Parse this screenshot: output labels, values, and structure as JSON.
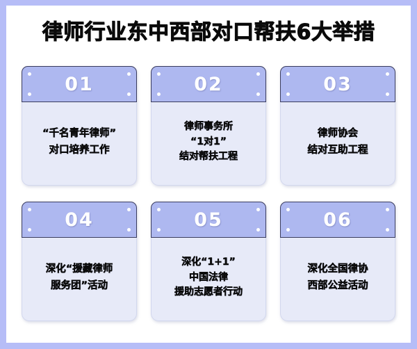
{
  "poster": {
    "title": "律师行业东中西部对口帮扶6大举措",
    "border_color": "#b6bdf7",
    "background_color": "#ffffff",
    "header_color": "#aeb8f0",
    "body_color": "#e7eaf8",
    "header_outline_color": "#3a3c5e",
    "number_color": "#ffffff",
    "text_color": "#0b0b0b"
  },
  "cards": [
    {
      "number": "01",
      "lines": [
        "“千名青年律师”",
        "对口培养工作"
      ]
    },
    {
      "number": "02",
      "lines": [
        "律师事务所",
        "“1对1”",
        "结对帮扶工程"
      ]
    },
    {
      "number": "03",
      "lines": [
        "律师协会",
        "结对互助工程"
      ]
    },
    {
      "number": "04",
      "lines": [
        "深化“援藏律师",
        "服务团”活动"
      ]
    },
    {
      "number": "05",
      "lines": [
        "深化“1+1”",
        "中国法律",
        "援助志愿者行动"
      ]
    },
    {
      "number": "06",
      "lines": [
        "深化全国律协",
        "西部公益活动"
      ]
    }
  ]
}
